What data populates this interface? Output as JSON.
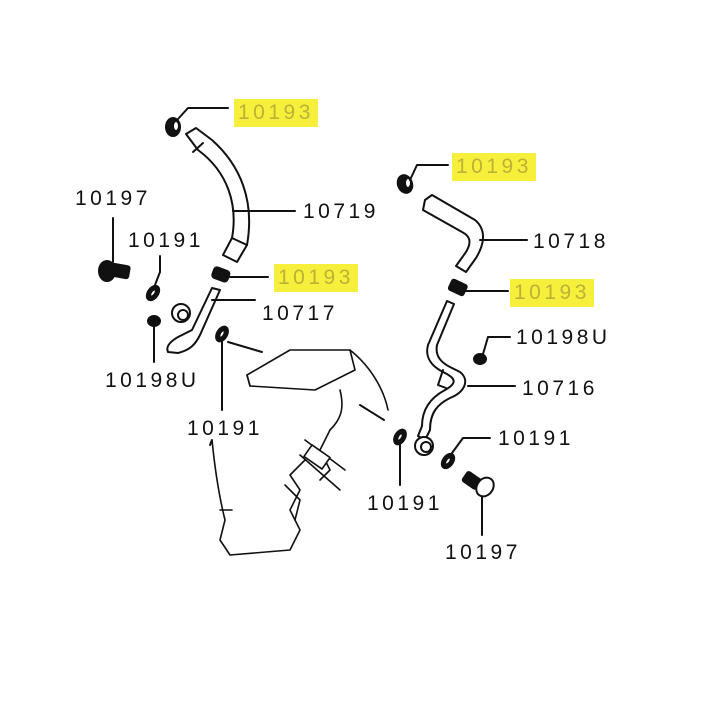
{
  "colors": {
    "highlight": "#f6ef3c",
    "highlight_text": "#bcb236",
    "line": "#111111"
  },
  "callouts": [
    {
      "id": "c1",
      "part": "10193",
      "highlighted": true
    },
    {
      "id": "c2",
      "part": "10193",
      "highlighted": true
    },
    {
      "id": "c3",
      "part": "10193",
      "highlighted": true
    },
    {
      "id": "c4",
      "part": "10193",
      "highlighted": true
    },
    {
      "id": "c5",
      "part": "10197",
      "highlighted": false
    },
    {
      "id": "c6",
      "part": "10191",
      "highlighted": false
    },
    {
      "id": "c7",
      "part": "10719",
      "highlighted": false
    },
    {
      "id": "c8",
      "part": "10717",
      "highlighted": false
    },
    {
      "id": "c9",
      "part": "10198U",
      "highlighted": false
    },
    {
      "id": "c10",
      "part": "10191",
      "highlighted": false
    },
    {
      "id": "c11",
      "part": "10718",
      "highlighted": false
    },
    {
      "id": "c12",
      "part": "10198U",
      "highlighted": false
    },
    {
      "id": "c13",
      "part": "10716",
      "highlighted": false
    },
    {
      "id": "c14",
      "part": "10191",
      "highlighted": false
    },
    {
      "id": "c15",
      "part": "10191",
      "highlighted": false
    },
    {
      "id": "c16",
      "part": "10197",
      "highlighted": false
    }
  ]
}
